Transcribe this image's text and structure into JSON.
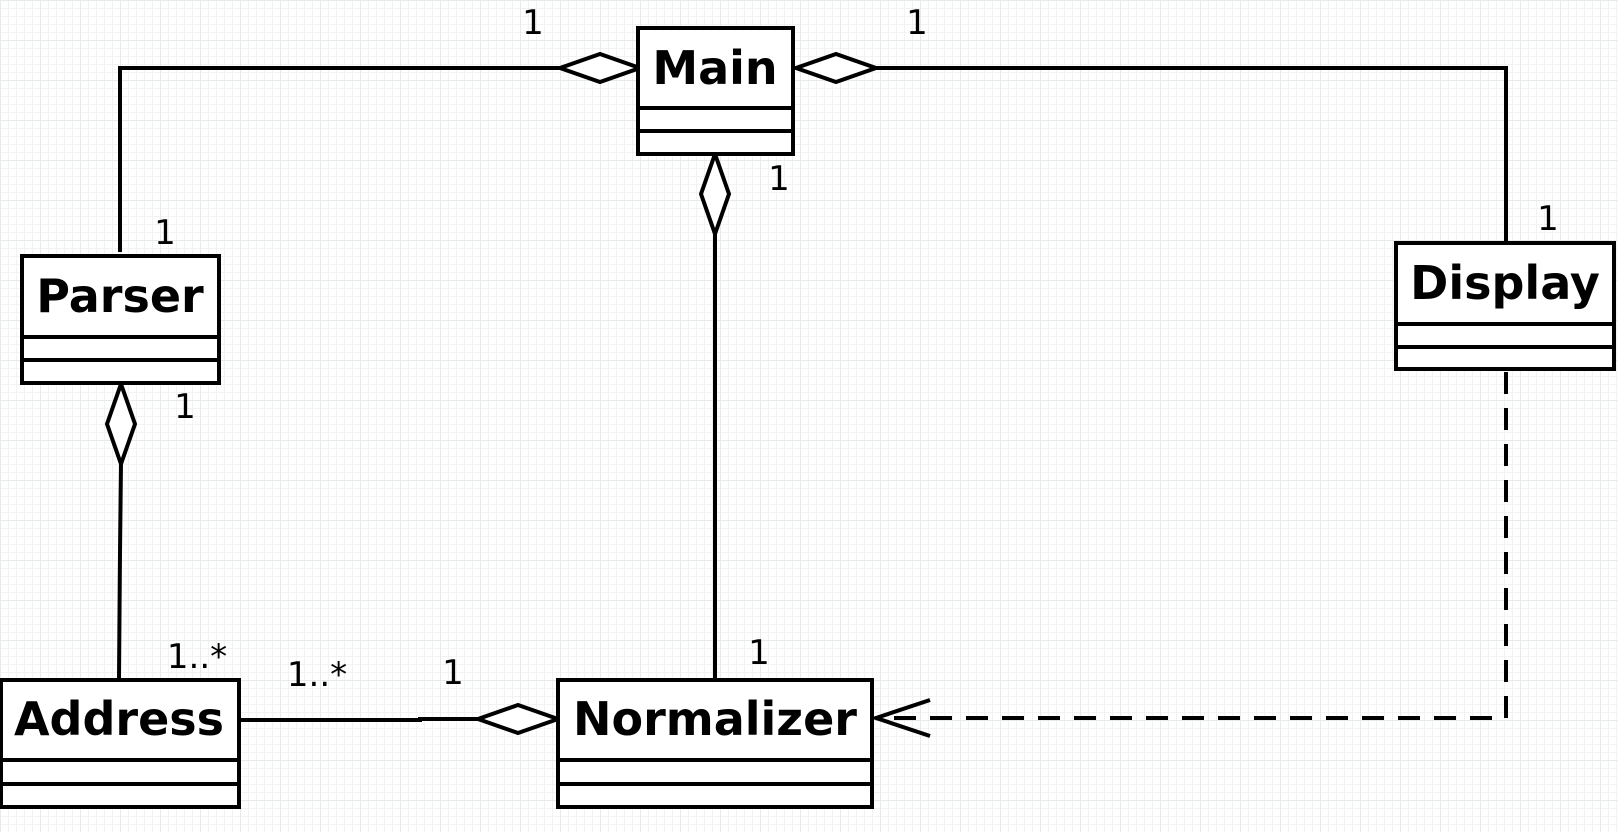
{
  "diagram": {
    "type": "uml-class-diagram",
    "classes": {
      "main": "Main",
      "parser": "Parser",
      "display": "Display",
      "address": "Address",
      "normalizer": "Normalizer"
    },
    "multiplicities": {
      "main_parser_main": "1",
      "main_parser_parser": "1",
      "main_display_main": "1",
      "main_display_display": "1",
      "main_normalizer_main": "1",
      "main_normalizer_normalizer": "1",
      "parser_address_parser": "1",
      "parser_address_address": "1..*",
      "normalizer_address_address": "1..*",
      "normalizer_address_normalizer": "1"
    },
    "relationships": [
      {
        "from": "Parser",
        "to": "Main",
        "kind": "aggregation"
      },
      {
        "from": "Display",
        "to": "Main",
        "kind": "aggregation"
      },
      {
        "from": "Normalizer",
        "to": "Main",
        "kind": "aggregation"
      },
      {
        "from": "Address",
        "to": "Parser",
        "kind": "aggregation"
      },
      {
        "from": "Address",
        "to": "Normalizer",
        "kind": "aggregation"
      },
      {
        "from": "Display",
        "to": "Normalizer",
        "kind": "dependency"
      }
    ],
    "colors": {
      "line": "#000000",
      "box_fill": "#ffffff",
      "grid": "#e6eaea"
    }
  }
}
